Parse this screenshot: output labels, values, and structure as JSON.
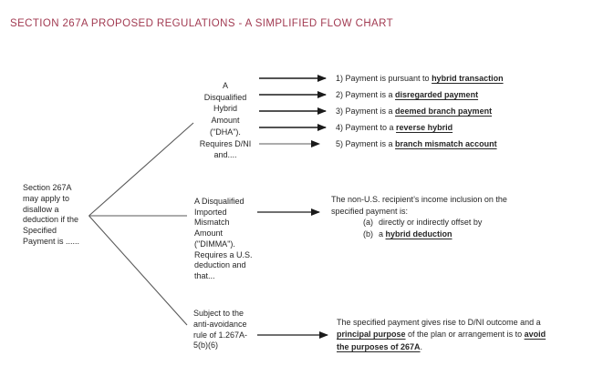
{
  "title": "SECTION 267A PROPOSED REGULATIONS - A SIMPLIFIED FLOW CHART",
  "colors": {
    "title": "#A23B52",
    "text": "#262626",
    "branch_line": "#595959",
    "arrow": "#1A1A1A"
  },
  "root_condition": {
    "lines": [
      "Section 267A",
      "may apply to",
      "disallow a",
      "deduction if the",
      "Specified",
      "Payment is ......"
    ]
  },
  "dha": {
    "label_lines": [
      "A",
      "Disqualified",
      "Hybrid",
      "Amount",
      "(\"DHA\").",
      "Requires D/NI",
      "and...."
    ],
    "outcomes": [
      {
        "prefix": "1) Payment is pursuant to ",
        "emphasis": "hybrid transaction"
      },
      {
        "prefix": "2) Payment is a ",
        "emphasis": "disregarded payment"
      },
      {
        "prefix": "3) Payment is a ",
        "emphasis": "deemed branch payment"
      },
      {
        "prefix": "4) Payment to a ",
        "emphasis": "reverse hybrid"
      },
      {
        "prefix": "5) Payment is a ",
        "emphasis": "branch mismatch account"
      }
    ]
  },
  "dimma": {
    "label_lines": [
      "A Disqualified",
      "Imported",
      "Mismatch",
      "Amount",
      "(\"DIMMA\").",
      "Requires a U.S.",
      "deduction and",
      "that..."
    ],
    "outcome": {
      "line1": "The non-U.S. recipient’s income inclusion on the",
      "line2": "specified payment is:",
      "item_a_label": "(a)",
      "item_a_text": "directly or indirectly offset by",
      "item_b_label": "(b)",
      "item_b_pre": "a ",
      "item_b_emphasis": "hybrid deduction"
    }
  },
  "anti_avoidance": {
    "label_lines": [
      "Subject to the",
      "anti-avoidance",
      "rule of 1.267A-",
      "5(b)(6)"
    ],
    "outcome": {
      "line1": "The specified payment gives rise to D/NI outcome and a",
      "line2_emphasis1": "principal purpose",
      "line2_text": " of the plan or arrangement is to ",
      "line2_emphasis2": "avoid",
      "line3_emphasis": "the purposes of 267A",
      "line3_text": "."
    }
  }
}
